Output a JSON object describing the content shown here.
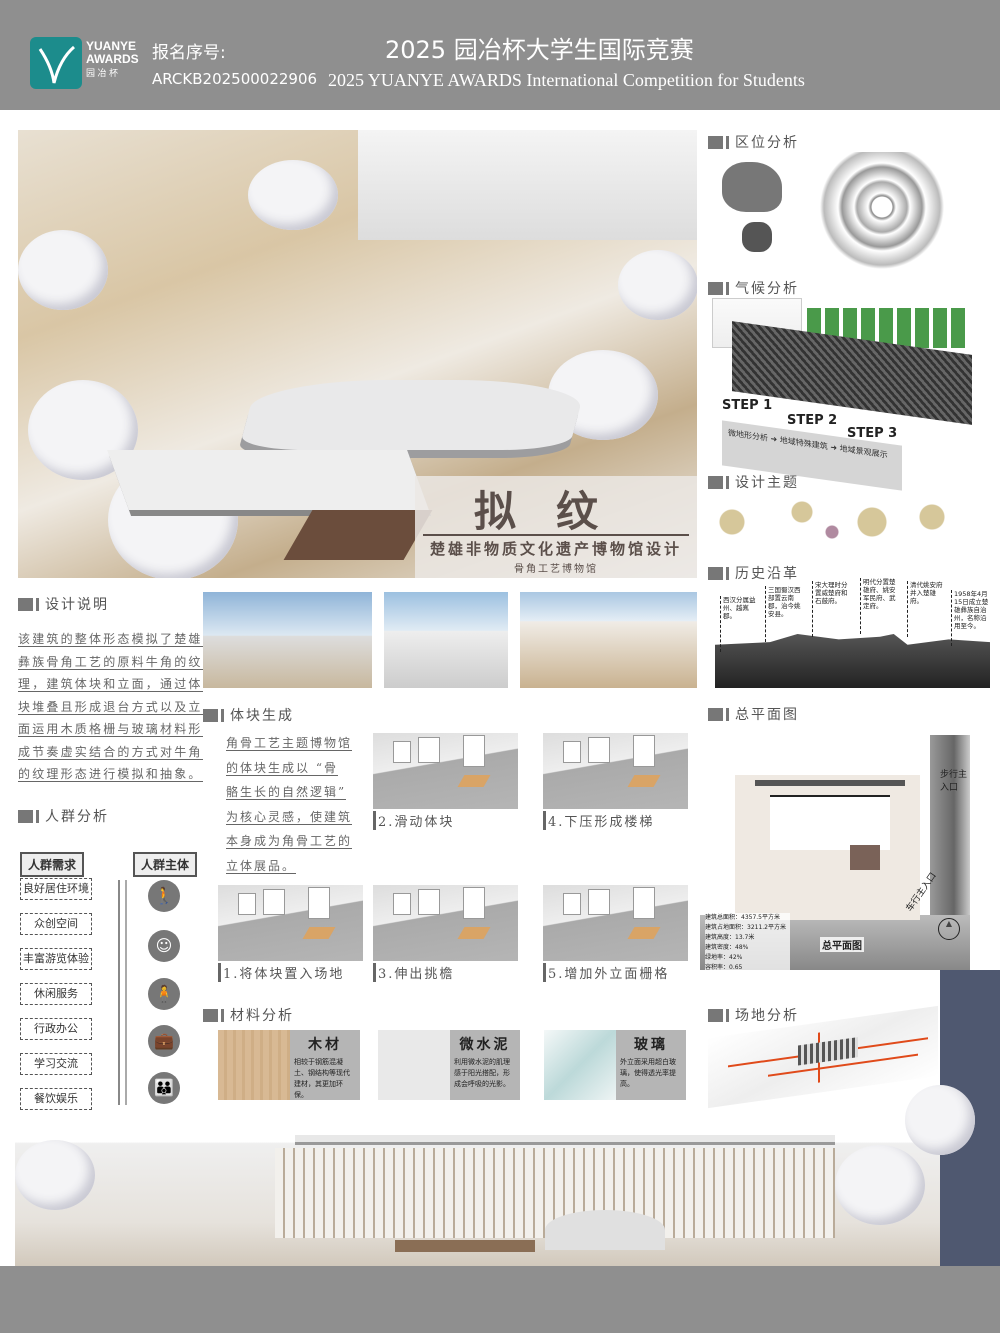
{
  "header": {
    "logo_text_1": "YUANYE",
    "logo_text_2": "AWARDS",
    "logo_text_3": "园 冶 杯",
    "reg_label": "报名序号:",
    "reg_number": "ARCKB202500022906",
    "title_cn": "2025 园冶杯大学生国际竞赛",
    "title_en": "2025 YUANYE AWARDS International Competition for  Students"
  },
  "hero": {
    "title": "拟纹",
    "subtitle": "楚雄非物质文化遗产博物馆设计",
    "subtitle2": "骨角工艺博物馆"
  },
  "sections": {
    "location": "区位分析",
    "climate": "气候分析",
    "theme": "设计主题",
    "history": "历史沿革",
    "site_plan": "总平面图",
    "site_analysis": "场地分析",
    "design_note": "设计说明",
    "crowd": "人群分析",
    "massing": "体块生成",
    "material": "材料分析"
  },
  "design_note": {
    "lines": [
      "该建筑的整体形态模拟了楚雄",
      "彝族骨角工艺的原料牛角的纹",
      "理，建筑体块和立面，通过体",
      "块堆叠且形成退台方式以及立",
      "面运用木质格栅与玻璃材料形",
      "成节奏虚实结合的方式对牛角",
      "的纹理形态进行模拟和抽象。"
    ]
  },
  "crowd": {
    "needs_title": "人群需求",
    "subjects_title": "人群主体",
    "needs": [
      "良好居住环境",
      "众创空间",
      "丰富游览体验",
      "休闲服务",
      "行政办公",
      "学习交流",
      "餐饮娱乐"
    ]
  },
  "massing": {
    "lines": [
      "角骨工艺主题博物馆",
      "的体块生成以 “骨",
      "骼生长的自然逻辑”",
      "为核心灵感，使建筑",
      "本身成为角骨工艺的",
      "立体展品。"
    ],
    "steps": [
      "1.将体块置入场地",
      "2.滑动体块",
      "3.伸出挑檐",
      "4.下压形成楼梯",
      "5.增加外立面栅格"
    ]
  },
  "materials": [
    {
      "name": "木材",
      "desc": "相较于钢筋混凝土、钢结构等现代建材，其更加环保。",
      "color": "#d8b994"
    },
    {
      "name": "微水泥",
      "desc": "利用微水泥的肌理感于阳光搭配，形成会呼吸的光影。",
      "color": "#e6e6e6"
    },
    {
      "name": "玻璃",
      "desc": "外立面采用超白玻璃，使得透光率提高。",
      "color": "#cfe3e3"
    }
  ],
  "climate": {
    "steps": [
      "STEP 1",
      "STEP 2",
      "STEP 3"
    ],
    "flow": [
      "微地形分析",
      "地域特殊建筑",
      "地域景观展示"
    ]
  },
  "history": [
    "西汉分属益州、越嶲郡。",
    "三国蜀汉西部置云南郡，治今姚安县。",
    "宋大理时分置威楚府和石鼓府。",
    "明代分置楚雄府、姚安军民府、武定府。",
    "清代姚安府并入楚雄府。",
    "1958年4月15日成立楚雄彝族自治州，名称沿用至今。"
  ],
  "site_plan": {
    "entrance_1": "步行主入口",
    "entrance_2": "车行主入口",
    "label": "总平面图",
    "stats": [
      "建筑总面积：4357.5平方米",
      "建筑占地面积：3211.2平方米",
      "建筑高度：13.7米",
      "建筑密度：48%",
      "绿地率：42%",
      "容积率：0.65"
    ]
  }
}
